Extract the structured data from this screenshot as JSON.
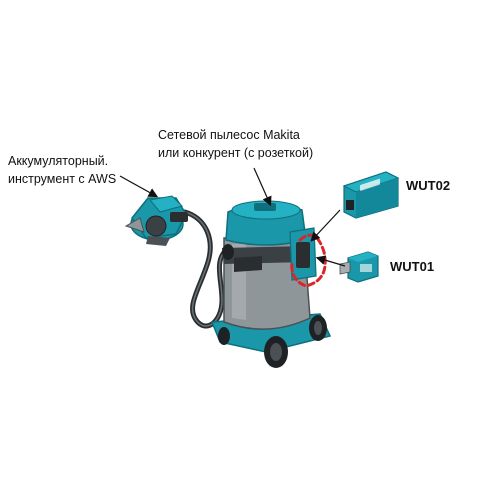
{
  "labels": {
    "aws_tool": {
      "line1": "Аккумуляторный.",
      "line2": "инструмент с AWS"
    },
    "vacuum": {
      "line1": "Сетевой пылесос Makita",
      "line2": "или конкурент (с розеткой)"
    },
    "wut02": "WUT02",
    "wut01": "WUT01"
  },
  "colors": {
    "teal": "#1a97a8",
    "teal_dark": "#0f6f7c",
    "gray_body": "#8f969a",
    "gray_dark": "#4a5054",
    "black": "#1f2224",
    "accent_red": "#d8262b"
  },
  "icons": {
    "tool": "circular-saw-icon",
    "vacuum": "vacuum-cleaner-icon",
    "wut02": "wireless-unit-wut02-icon",
    "wut01": "wireless-unit-wut01-icon"
  }
}
